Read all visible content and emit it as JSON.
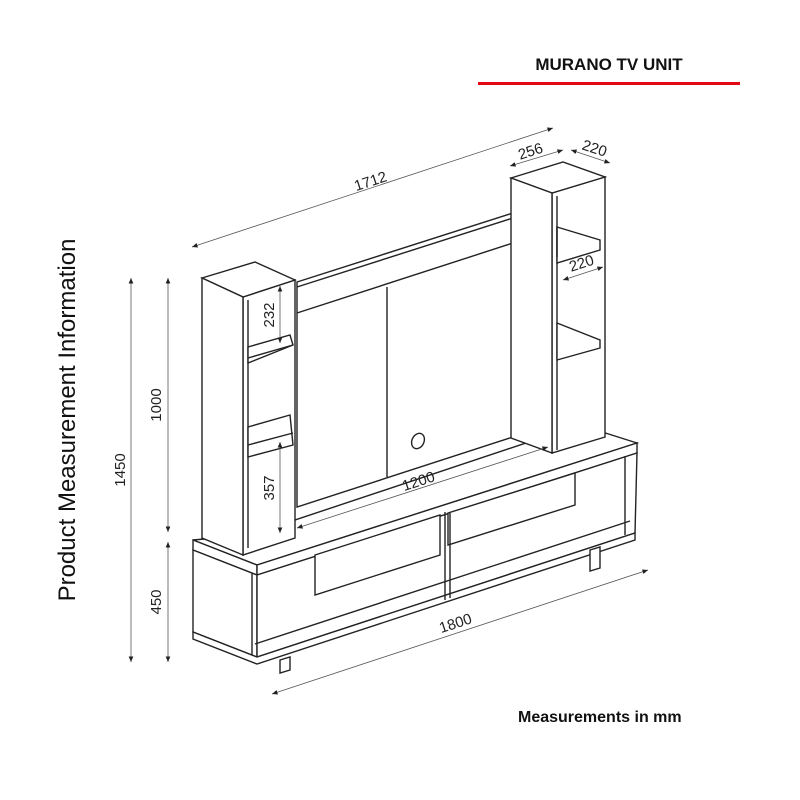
{
  "title": "MURANO TV UNIT",
  "side_label": "Product Measurement Information",
  "footer": "Measurements in mm",
  "accent_color": "#e30613",
  "dimensions": {
    "total_width": "1712",
    "tower_width": "256",
    "tower_depth_top": "220",
    "tower_depth_shelf": "220",
    "shelf_upper_height": "232",
    "shelf_lower_height": "357",
    "panel_width": "1200",
    "base_width": "1800",
    "total_height": "1450",
    "upper_height": "1000",
    "base_height": "450"
  }
}
